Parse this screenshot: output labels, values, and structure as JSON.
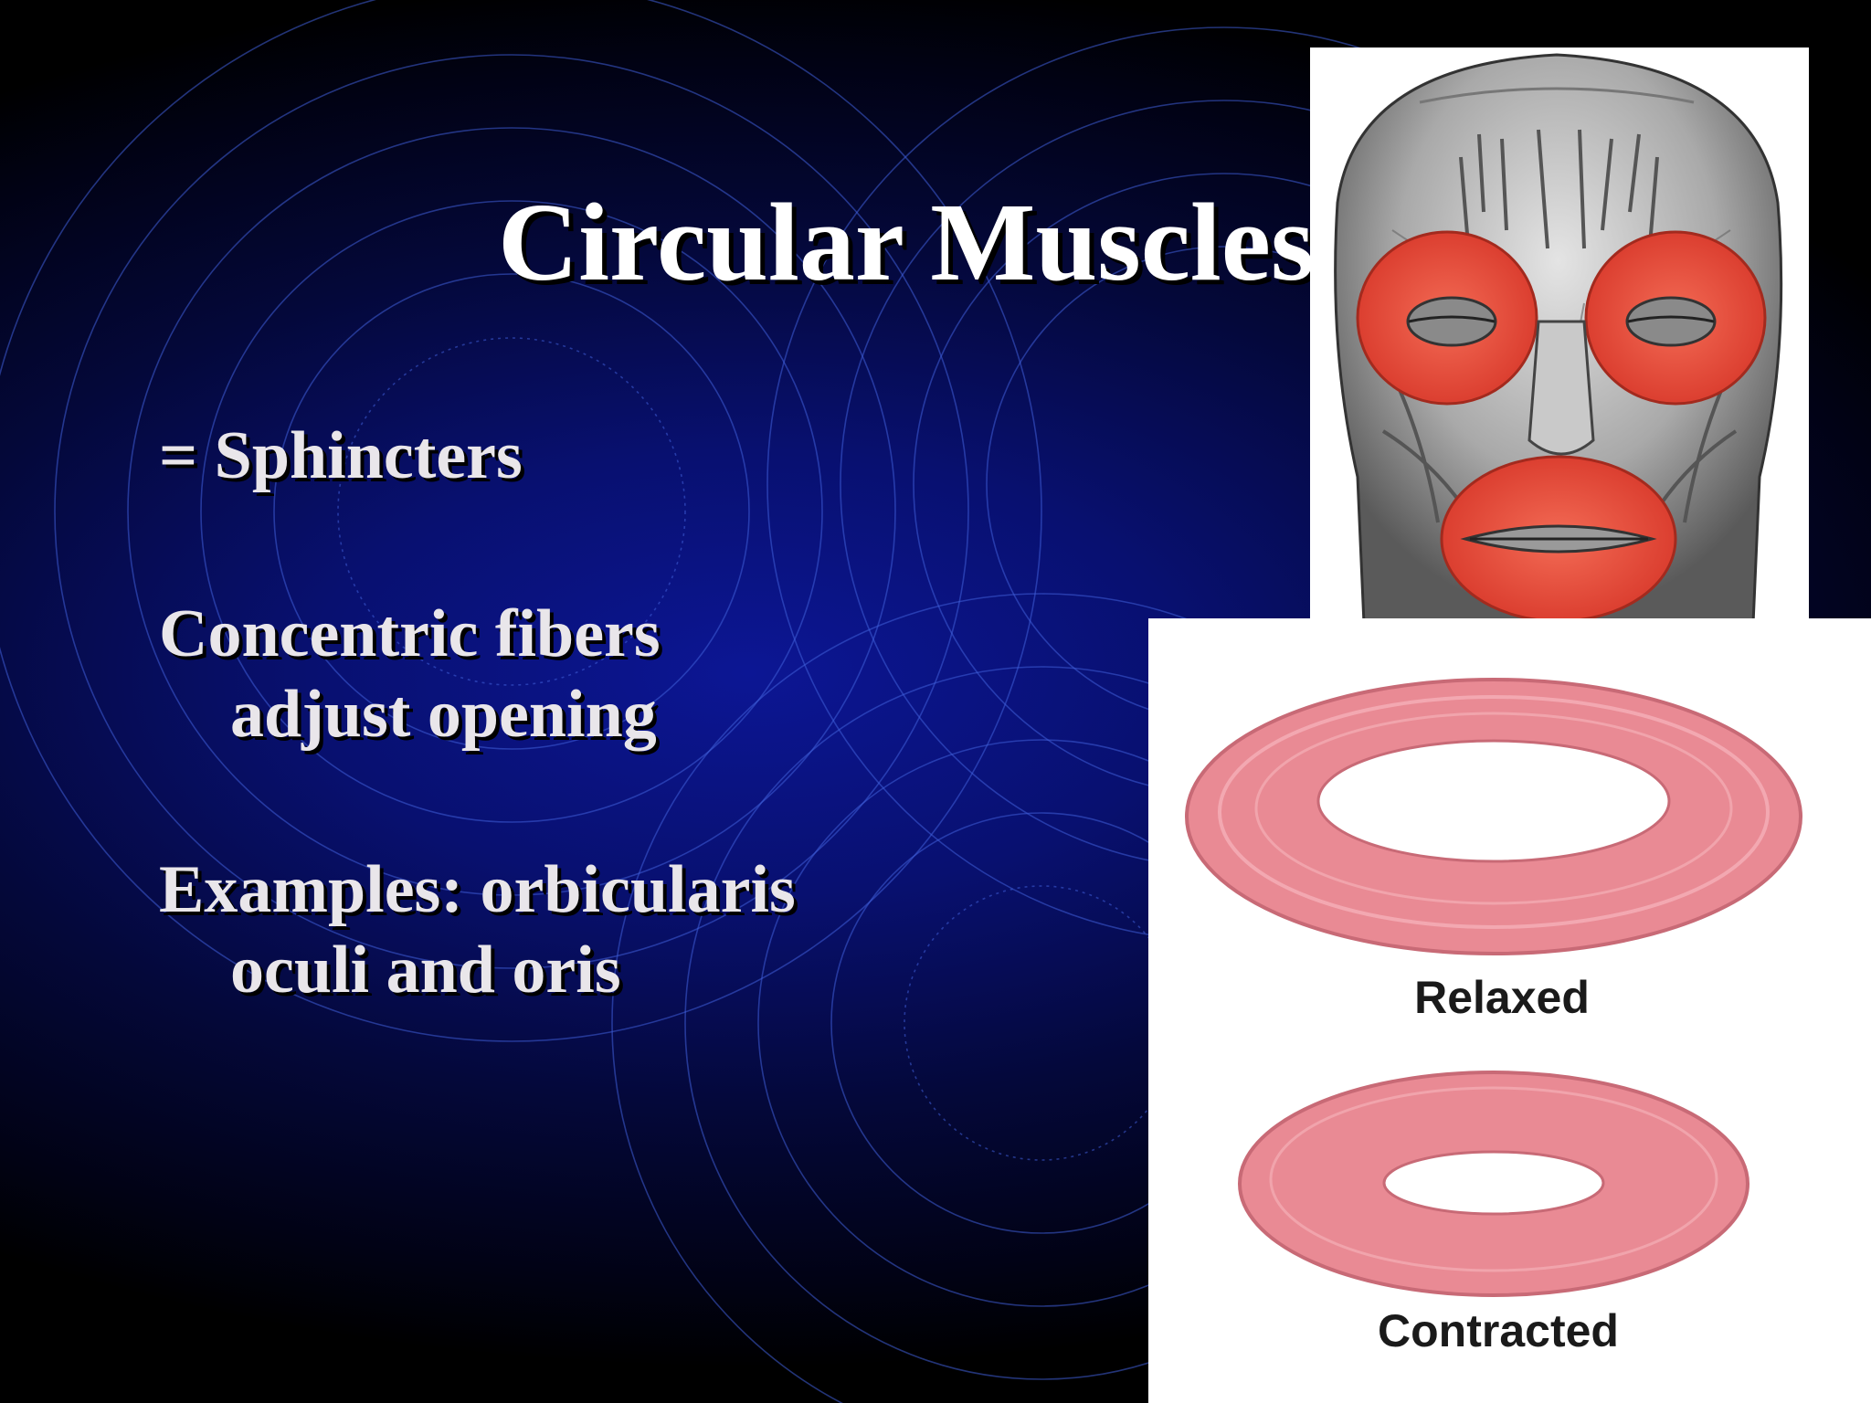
{
  "slide": {
    "title": "Circular Muscles",
    "bullets": [
      {
        "first": "= Sphincters",
        "cont": ""
      },
      {
        "first": "Concentric fibers",
        "cont": "adjust opening"
      },
      {
        "first": "Examples: orbicularis",
        "cont": "oculi and oris"
      }
    ]
  },
  "figure": {
    "labels": {
      "relaxed": "Relaxed",
      "contracted": "Contracted"
    }
  },
  "colors": {
    "background_center": "#0c1694",
    "background_edge": "#000000",
    "text": "#e9e6ea",
    "muscle_red": "#e84a3a",
    "ring_pink": "#e98a94"
  }
}
